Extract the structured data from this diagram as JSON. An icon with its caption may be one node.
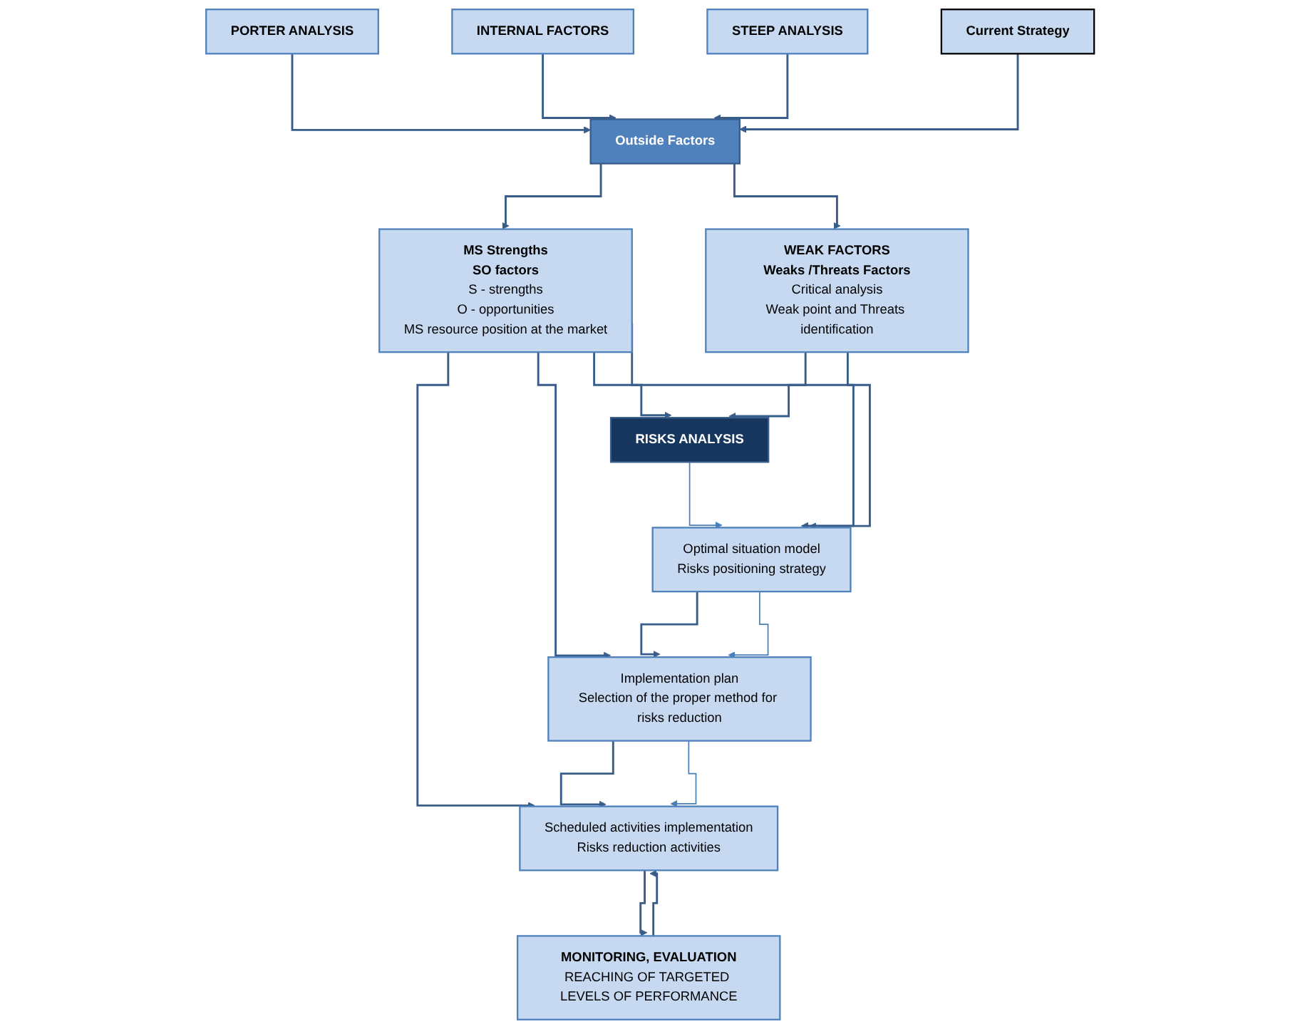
{
  "diagram": {
    "nodes": [
      {
        "text": [
          "PORTER ANALYSIS"
        ]
      },
      {
        "text": [
          "INTERNAL FACTORS"
        ]
      },
      {
        "text": [
          "STEEP ANALYSIS"
        ]
      },
      {
        "text": [
          "Outside Factors"
        ]
      },
      {
        "text": [
          "Current Strategy"
        ]
      },
      {
        "text": [
          "MS Strengths",
          "SO factors",
          "S - strengths",
          "O - opportunities",
          "MS resource position at the market"
        ]
      },
      {
        "text": [
          "RISKS ANALYSIS"
        ]
      },
      {
        "text": [
          "WEAK FACTORS",
          "Weaks /Threats Factors",
          "Critical analysis",
          "Weak point and Threats identification"
        ]
      },
      {
        "text": [
          "Optimal situation model",
          "Risks positioning strategy"
        ]
      },
      {
        "text": [
          "Implementation plan",
          "Selection of the proper method for risks reduction"
        ]
      },
      {
        "text": [
          "Scheduled activities implementation",
          "Risks reduction activities"
        ]
      },
      {
        "text": [
          "MONITORING, EVALUATION",
          "REACHING OF TARGETED LEVELS OF PERFORMANCE"
        ]
      }
    ],
    "edges": [
      {
        "from": 0,
        "to": 3,
        "arrow": "to"
      },
      {
        "from": 1,
        "to": 3,
        "arrow": "to"
      },
      {
        "from": 2,
        "to": 3,
        "arrow": "to"
      },
      {
        "from": 4,
        "to": 3,
        "arrow": "to"
      },
      {
        "from": 3,
        "to": 5,
        "arrow": "to"
      },
      {
        "from": 3,
        "to": 7,
        "arrow": "to"
      },
      {
        "from": 5,
        "to": 6,
        "arrow": "to"
      },
      {
        "from": 7,
        "to": 6,
        "arrow": "to"
      },
      {
        "from": 6,
        "to": 8,
        "arrow": "to",
        "color": "#4a7ebb"
      },
      {
        "from": 7,
        "to": 8,
        "arrow": "to"
      },
      {
        "from": 5,
        "to": 8,
        "arrow": "to"
      },
      {
        "from": 5,
        "to": 9,
        "arrow": "to"
      },
      {
        "from": 5,
        "to": 10,
        "arrow": "to"
      },
      {
        "from": 8,
        "to": 9,
        "arrow": "to"
      },
      {
        "from": 8,
        "to": 9,
        "arrow": "to",
        "color": "#4a7ebb"
      },
      {
        "from": 9,
        "to": 10,
        "arrow": "to"
      },
      {
        "from": 9,
        "to": 10,
        "arrow": "to",
        "color": "#4a7ebb"
      },
      {
        "from": 10,
        "to": 11,
        "arrow": "to"
      },
      {
        "from": 11,
        "to": 10,
        "arrow": "to"
      }
    ]
  }
}
